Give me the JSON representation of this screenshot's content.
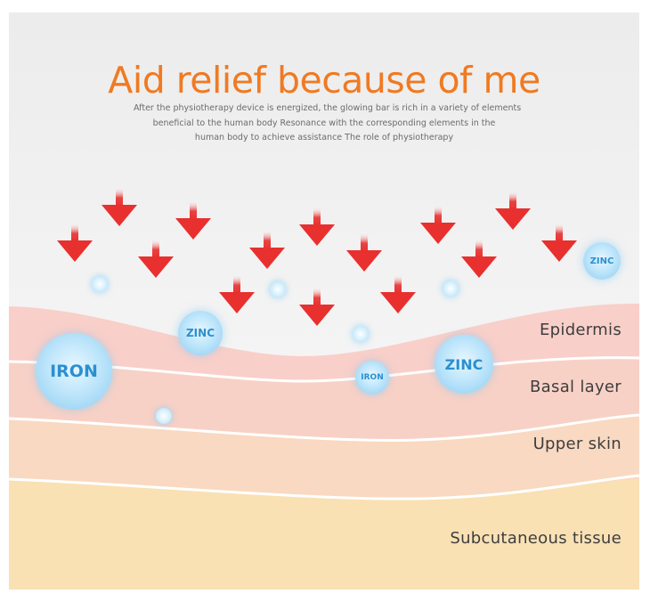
{
  "title": "Aid relief because of me",
  "description": [
    "After the physiotherapy device is energized, the glowing bar is rich in a variety of elements",
    "beneficial to the human body Resonance with the corresponding elements in the",
    "human body to achieve assistance The role of physiotherapy"
  ],
  "layers": [
    {
      "name": "Epidermis",
      "color": "#f9cfc9"
    },
    {
      "name": "Basal layer",
      "color": "#f8d1c6"
    },
    {
      "name": "Upper skin",
      "color": "#f9d9c1"
    },
    {
      "name": "Subcutaneous tissue",
      "color": "#f9e1b4"
    }
  ],
  "elements": {
    "zinc": "ZINC",
    "iron": "IRON"
  },
  "colors": {
    "title": "#f07a22",
    "arrow": "#e8302f",
    "background_top": "#ececec",
    "bubble_text": "#2a8fd0"
  },
  "icons": {
    "arrow": "down-arrow-icon",
    "bubble": "element-bubble-icon"
  }
}
